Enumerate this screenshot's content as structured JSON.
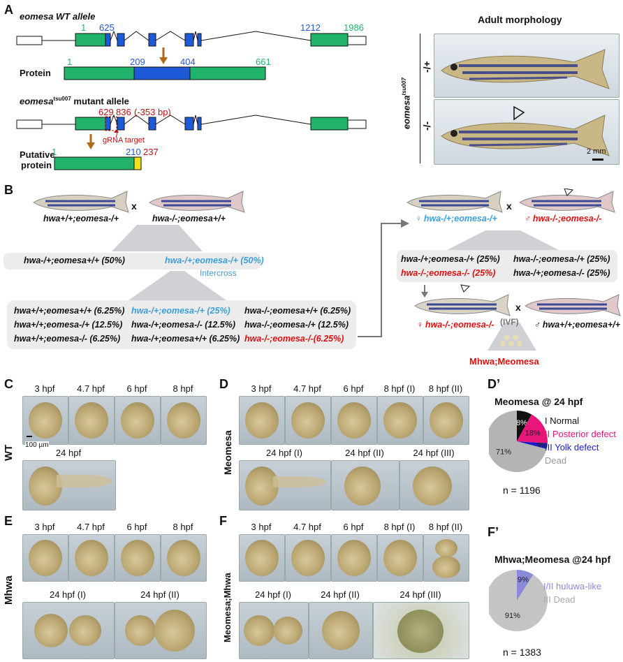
{
  "panels": {
    "A": "A",
    "B": "B",
    "C": "C",
    "D": "D",
    "Dp": "D’",
    "E": "E",
    "F": "F",
    "Fp": "F’"
  },
  "A": {
    "wt_title": "eomesa WT allele",
    "wt_nums": {
      "n1": "1",
      "n625": "625",
      "n1212": "1212",
      "n1986": "1986"
    },
    "protein_label": "Protein",
    "protein_nums": {
      "p1": "1",
      "p209": "209",
      "p404": "404",
      "p661": "661"
    },
    "mut_title_a": "eomesa",
    "mut_sup": "tsu007",
    "mut_title_b": " mutant allele",
    "mut_nums": {
      "n629": "629",
      "n836": "836",
      "del": "(-353 bp)"
    },
    "grna": "gRNA target",
    "putative1": "Putative",
    "putative2": "protein",
    "put_nums": {
      "p1": "1",
      "p210": "210",
      "p237": "237"
    },
    "adult_title": "Adult morphology",
    "adult_gene": "eomesa",
    "adult_sup": "tsu007",
    "geno_het": "-/+",
    "geno_hom": "-/-",
    "scale": "2 mm"
  },
  "B": {
    "p1_left": "hwa+/+;eomesa-/+",
    "p1_right": "hwa-/-;eomesa+/+",
    "x": "x",
    "f1_a": "hwa-/+;eomesa+/+ (50%)",
    "f1_b": "hwa-/+;eomesa-/+ (50%)",
    "intercross": "Intercross",
    "grid": [
      [
        "hwa+/+;eomesa+/+ (6.25%)",
        "hwa-/+;eomesa-/+ (25%)",
        "hwa-/-;eomesa+/+ (6.25%)"
      ],
      [
        "hwa+/+;eomesa-/+ (12.5%)",
        "hwa-/+;eomesa-/- (12.5%)",
        "hwa-/-;eomesa-/+ (12.5%)"
      ],
      [
        "hwa+/+;eomesa-/- (6.25%)",
        "hwa-/+;eomesa+/+ (6.25%)",
        "hwa-/-;eomesa-/-(6.25%)"
      ]
    ],
    "r_left": "♀ hwa-/+;eomesa-/+",
    "r_right": "♂ hwa-/-;eomesa-/-",
    "r_grid": [
      [
        "hwa-/+;eomesa-/+ (25%)",
        "hwa-/-;eomesa-/+ (25%)"
      ],
      [
        "hwa-/-;eomesa-/- (25%)",
        "hwa-/+;eomesa-/- (25%)"
      ]
    ],
    "ivf_f": "♀ hwa-/-;eomesa-/-",
    "ivf": "(IVF)",
    "ivf_m": "♂ hwa+/+;eomesa+/+",
    "result": "Mhwa;Meomesa"
  },
  "C": {
    "side": "WT",
    "times": [
      "3 hpf",
      "4.7 hpf",
      "6 hpf",
      "8 hpf"
    ],
    "t24": "24 hpf",
    "scale": "100 µm"
  },
  "D": {
    "side": "Meomesa",
    "times": [
      "3 hpf",
      "4.7 hpf",
      "6 hpf",
      "8 hpf (I)",
      "8 hpf (II)"
    ],
    "t24": [
      "24 hpf (I)",
      "24 hpf (II)",
      "24 hpf (III)"
    ]
  },
  "Dp": {
    "title": "Meomesa @ 24 hpf",
    "n": "n = 1196",
    "chart_data": {
      "type": "pie",
      "title": "Meomesa @ 24 hpf",
      "slices": [
        {
          "label": "I Normal",
          "pct": "8%",
          "value": 8,
          "color": "#111111"
        },
        {
          "label": "II Posterior defect",
          "pct": "18%",
          "value": 18,
          "color": "#e8157a"
        },
        {
          "label": "III Yolk defect",
          "pct": "3%",
          "value": 3,
          "color": "#1a1ad0"
        },
        {
          "label": "Dead",
          "pct": "71%",
          "value": 71,
          "color": "#b4b4b4"
        }
      ]
    }
  },
  "E": {
    "side": "Mhwa",
    "times": [
      "3 hpf",
      "4.7 hpf",
      "6 hpf",
      "8 hpf"
    ],
    "t24": [
      "24 hpf (I)",
      "24 hpf (II)"
    ]
  },
  "F": {
    "side": "Meomesa;Mhwa",
    "times": [
      "3 hpf",
      "4.7 hpf",
      "6 hpf",
      "8 hpf (I)",
      "8 hpf (II)"
    ],
    "t24": [
      "24 hpf (I)",
      "24 hpf (II)",
      "24 hpf (III)"
    ]
  },
  "Fp": {
    "title": "Mhwa;Meomesa @24 hpf",
    "n": "n = 1383",
    "chart_data": {
      "type": "pie",
      "title": "Mhwa;Meomesa @24 hpf",
      "slices": [
        {
          "label": "I/II huluwa-like",
          "pct": "9%",
          "value": 9,
          "color": "#8a8ad8"
        },
        {
          "label": "III Dead",
          "pct": "91%",
          "value": 91,
          "color": "#c4c4c4"
        }
      ]
    }
  }
}
